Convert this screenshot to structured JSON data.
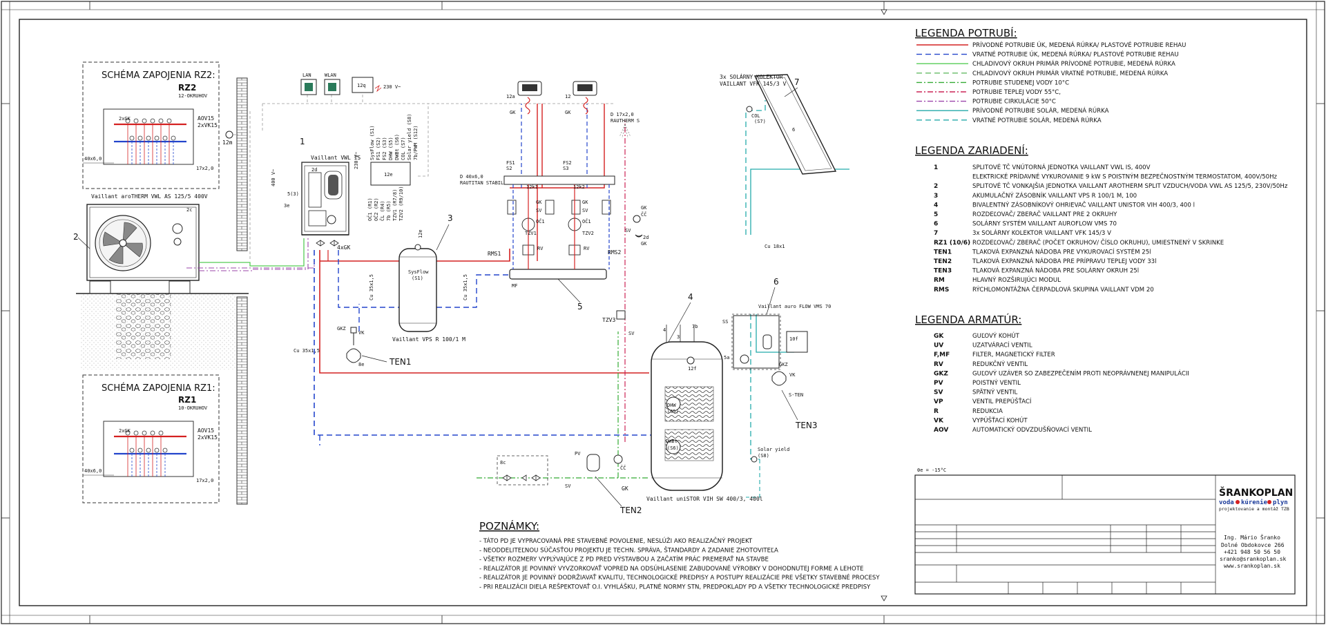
{
  "pipe_legend": {
    "title": "LEGENDA POTRUBÍ:",
    "items": [
      {
        "label": "PRÍVODNÉ POTRUBIE ÚK, MEDENÁ RÚRKA/ PLASTOVÉ POTRUBIE REHAU",
        "color": "#d42020",
        "dash": "none"
      },
      {
        "label": "VRATNÉ POTRUBIE ÚK, MEDENÁ RÚRKA/ PLASTOVÉ POTRUBIE REHAU",
        "color": "#2244cc",
        "dash": "8 5"
      },
      {
        "label": "CHLADIVOVÝ OKRUH PRIMÁR PRÍVODNÉ POTRUBIE, MEDENÁ RÚRKA",
        "color": "#55cc55",
        "dash": "none"
      },
      {
        "label": "CHLADIVOVÝ OKRUH PRIMÁR VRATNÉ POTRUBIE, MEDENÁ RÚRKA",
        "color": "#66bb66",
        "dash": "8 5"
      },
      {
        "label": "POTRUBIE STUDENEJ VODY 10°C",
        "color": "#33aa33",
        "dash": "8 3 2 3"
      },
      {
        "label": "POTRUBIE TEPLEJ VODY 55°C,",
        "color": "#cc2255",
        "dash": "8 3 2 3"
      },
      {
        "label": "POTRUBIE CIRKULÁCIE 50°C",
        "color": "#9944aa",
        "dash": "8 3 2 3"
      },
      {
        "label": "PRÍVODNÉ POTRUBIE SOLÁR, MEDENÁ RÚRKA",
        "color": "#22aaaa",
        "dash": "none"
      },
      {
        "label": "VRATNÉ POTRUBIE SOLÁR, MEDENÁ RÚRKA",
        "color": "#22aaaa",
        "dash": "8 5"
      }
    ]
  },
  "device_legend": {
    "title": "LEGENDA ZARIADENÍ:",
    "items": [
      {
        "code": "1",
        "label": "SPLITOVÉ TČ VNÚTORNÁ JEDNOTKA VAILLANT VWL IS, 400V"
      },
      {
        "code": "",
        "label": "ELEKTRICKÉ PRÍDAVNÉ VYKUROVANIE 9 kW S POISTNÝM BEZPEČNOSTNÝM TERMOSTATOM, 400V/50Hz"
      },
      {
        "code": "2",
        "label": "SPLITOVÉ TČ VONKAJŠIA JEDNOTKA VAILLANT AROTHERM SPLIT VZDUCH/VODA  VWL AS 125/5, 230V/50Hz"
      },
      {
        "code": "3",
        "label": "AKUMULAČNÝ ZÁSOBNÍK VAILLANT VPS R 100/1 M, 100"
      },
      {
        "code": "4",
        "label": "BIVALENTNÝ ZÁSOBNÍKOVÝ OHRIEVAČ VAILLANT UNISTOR VIH 400/3, 400 l"
      },
      {
        "code": "5",
        "label": "ROZDEĽOVAČ/ ZBERAČ VAILLANT PRE 2 OKRUHY"
      },
      {
        "code": "6",
        "label": "SOLÁRNY SYSTÉM VAILLANT AUROFLOW VMS 70"
      },
      {
        "code": "7",
        "label": "3x SOLÁRNY KOLEKTOR VAILLANT VFK 145/3 V"
      },
      {
        "code": "RZ1 (10/6)",
        "label": "ROZDEĽOVAČ/ ZBERAČ (POČET OKRUHOV/ ČÍSLO OKRUHU), UMIESTNENÝ V SKRINKE"
      },
      {
        "code": "TEN1",
        "label": "TLAKOVÁ EXPANZNÁ NÁDOBA PRE VYKUROVACÍ SYSTÉM 25l"
      },
      {
        "code": "TEN2",
        "label": "TLAKOVÁ EXPANZNÁ NÁDOBA PRE PRÍPRAVU TEPLEJ VODY 33l"
      },
      {
        "code": "TEN3",
        "label": "TLAKOVÁ EXPANZNÁ NÁDOBA PRE SOLÁRNY OKRUH 25l"
      },
      {
        "code": "RM",
        "label": "HLAVNÝ ROZŠIRUJÚCI MODUL"
      },
      {
        "code": "RMS",
        "label": "RÝCHLOMONTÁŽNA ČERPADLOVÁ SKUPINA VAILLANT VDM 20"
      }
    ]
  },
  "fitting_legend": {
    "title": "LEGENDA ARMATÚR:",
    "items": [
      {
        "code": "GK",
        "label": "GUĽOVÝ KOHÚT"
      },
      {
        "code": "UV",
        "label": "UZATVÁRACÍ VENTIL"
      },
      {
        "code": "F,MF",
        "label": "FILTER, MAGNETICKÝ FILTER"
      },
      {
        "code": "RV",
        "label": "REDUKČNÝ VENTIL"
      },
      {
        "code": "GKZ",
        "label": "GUĽOVÝ UZÁVER SO ZABEZPEČENÍM PROTI NEOPRÁVNENEJ MANIPULÁCII"
      },
      {
        "code": "PV",
        "label": "POISTNÝ VENTIL"
      },
      {
        "code": "SV",
        "label": "SPÄTNÝ VENTIL"
      },
      {
        "code": "VP",
        "label": "VENTIL PREPÚŠŤACÍ"
      },
      {
        "code": "R",
        "label": "REDUKCIA"
      },
      {
        "code": "VK",
        "label": "VYPÚŠŤACÍ KOHÚT"
      },
      {
        "code": "AOV",
        "label": "AUTOMATICKÝ ODVZDUŠŇOVACÍ VENTIL"
      }
    ]
  },
  "notes": {
    "title": "POZNÁMKY:",
    "items": [
      "- TÁTO PD JE VYPRACOVANÁ PRE STAVEBNÉ POVOLENIE, NESLÚŽI AKO REALIZAČNÝ PROJEKT",
      "- NEODDELITEĽNOU SÚČASŤOU PROJEKTU JE TECHN. SPRÁVA, ŠTANDARDY A ZADANIE ZHOTOVITEĽA",
      "- VŠETKY ROZMERY VYPLÝVAJÚCE Z PD PRED VÝSTAVBOU A ZAČATÍM PRÁC PREMERAŤ NA STAVBE",
      "- REALIZÁTOR JE POVINNÝ VYVZORKOVAŤ VOPRED NA ODSÚHLASENIE ZABUDOVANÉ VÝROBKY V DOHODNUTEJ FORME A LEHOTE",
      "- REALIZÁTOR JE POVINNÝ DODRŽIAVAŤ KVALITU, TECHNOLOGICKÉ PREDPISY A POSTUPY REALIZÁCIE PRE VŠETKY STAVEBNÉ PROCESY",
      "- PRI REALIZÁCII DIELA REŠPEKTOVAŤ O.I. VYHLÁŠKU, PLATNÉ NORMY STN, PREDPOKLADY PD A VŠETKY TECHNOLOGICKÉ PREDPISY"
    ]
  },
  "title_block": {
    "company": "ŠRANKOPLAN",
    "tagline_1": "voda",
    "tagline_2": "kúrenie",
    "tagline_3": "plyn",
    "tagline_4": "projektovanie a montáž TZB",
    "person": "Ing. Mário Šranko",
    "street": "Dolné Obdokovce 266",
    "phone": "+421 948 50 56 50",
    "email": "sranko@srankoplan.sk",
    "web": "www.srankoplan.sk",
    "temperature": "θe = -15°C"
  },
  "schema_rz2": {
    "title": "SCHÉMA ZAPOJENIA RZ2:",
    "code": "RZ2",
    "circuits": "12-OKRUHOV",
    "label_gk": "2xGK",
    "label_aov": "AOV15",
    "label_vk": "2xVK15",
    "pipe_left": "40x6,0",
    "pipe_right": "17x2,0"
  },
  "schema_rz1": {
    "title": "SCHÉMA ZAPOJENIA RZ1:",
    "code": "RZ1",
    "circuits": "10-OKRUHOV",
    "label_gk": "2xGK",
    "label_aov": "AOV15",
    "label_vk": "2xVK15",
    "pipe_left": "40x6,0",
    "pipe_right": "17x2,0"
  },
  "diagram": {
    "outdoor_unit": "Vaillant aroTHERM VWL AS 125/5 400V",
    "outdoor_num": "2",
    "outdoor_2c": "2c",
    "indoor_unit": "Vaillant VWL IS",
    "indoor_num": "1",
    "indoor_2d": "2d",
    "indoor_4xgk": "4xGK",
    "buffer": "Vaillant VPS R 100/1 M",
    "buffer_num": "3",
    "buffer_sensor": "SysFlow",
    "buffer_sensor2": "(S1)",
    "buffer_12e": "12e",
    "dhw_tank": "Vaillant uniSTOR VIH SW  400/3, 400l",
    "dhw_num": "4",
    "dhw_sensor": "DHW",
    "dhw_sensor2": "(S5)",
    "dwbt_sensor": "DWBt",
    "dwbt_sensor2": "(S6)",
    "tank_12f": "12f",
    "tank_5a": "5a",
    "solar_collector": "3x SOLÁRNY KOLEKTOR",
    "solar_collector_2": "VAILLANT VFK 145/3 V",
    "solar_num": "7",
    "solar_panel_num": "6",
    "solar_station": "Vaillant auro FLOW VMS 70",
    "solar_station_num": "6",
    "col_sensor": "COL",
    "col_sensor2": "(S7)",
    "solar_yield": "Solar yield",
    "solar_yield2": "(S8)",
    "manifold_num": "5",
    "lan": "LAN",
    "wlan": "WLAN",
    "ctrl_12q": "12q",
    "voltage_230": "230 V~",
    "voltage_400": "400 V~",
    "label_12m": "12m",
    "label_12e": "12e",
    "label_12a": "12a",
    "label_12": "12",
    "label_12k1": "12k1",
    "label_12k2": "12k2",
    "label_5_3": "5(3)",
    "label_3e": "3e",
    "rautitan": "D 40x6,0",
    "rautitan2": "RAUTITAN STABIL",
    "rautherm": "D 17x2,0",
    "rautherm2": "RAUTHERM S",
    "cu_35_a": "Cu 35x1,5",
    "cu_35_b": "Cu 35x1,5",
    "cu_35_c": "Cu 35x1,5",
    "cu_18": "Cu 18x1",
    "ten1": "TEN1",
    "ten2": "TEN2",
    "ten3": "TEN3",
    "ten_8e": "8e",
    "s_ten": "S-TEN",
    "gkz": "GKZ",
    "vk": "VK",
    "mf": "MF",
    "rms1": "RMS1",
    "rms2": "RMS2",
    "fs1": "FS1",
    "fs1_b": "S2",
    "fs2": "FS2",
    "fs2_b": "S3",
    "oc1": "OČ1",
    "tzv1": "TZV1",
    "tzv2": "TZV2",
    "tzv3": "TZV3",
    "gk": "GK",
    "sv": "SV",
    "rv": "RV",
    "pv": "PV",
    "cc": "ČČ",
    "ss": "SS",
    "label_8c": "8c",
    "label_10f": "10f",
    "label_2d": "2d",
    "label_7b": "7b",
    "label_3": "3",
    "label_4": "4",
    "ctrl_box": "12e",
    "sensor_list": [
      "SysFlow (S1)",
      "FS1 (S2)",
      "FS2 (S3)",
      "DHW (S5)",
      "DWBt (S6)",
      "COL (S7)",
      "Solar yield (S8)",
      "7b/PWM (S12)"
    ],
    "rel_list": [
      "OČ1 (R1)",
      "OČ2 (R2)",
      "ČL (R4)",
      "7b (R5)",
      "TZV1 (R7/8)",
      "TZV2 (R9/10)"
    ]
  }
}
